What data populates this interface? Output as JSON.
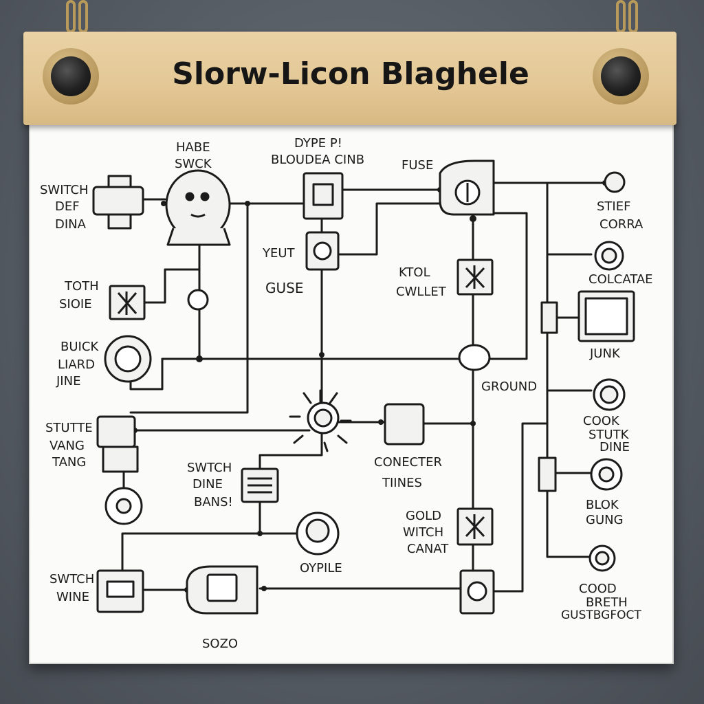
{
  "title": "Slorw-Licon Blaghele",
  "labels": {
    "switch_def_dina": [
      "SWITCH",
      "DEF",
      "DINA"
    ],
    "habe_swck": [
      "HABE",
      "SWCK"
    ],
    "dype_bloudea": [
      "DYPE P!",
      "BLOUDEA CINB"
    ],
    "fuse": [
      "FUSE"
    ],
    "stief_corra": [
      "STIEF",
      "CORRA"
    ],
    "yeut": [
      "YEUT"
    ],
    "guse": [
      "GUSE"
    ],
    "ktol_cwllet": [
      "KTOL",
      "CWLLET"
    ],
    "colcatae": [
      "COLCATAE"
    ],
    "toth_sioie": [
      "TOTH",
      "SIOIE"
    ],
    "junk": [
      "JUNK"
    ],
    "buick_liard_jine": [
      "BUICK",
      "LIARD",
      "JINE"
    ],
    "ground": [
      "GROUND"
    ],
    "stutte_vang_tang": [
      "STUTTE",
      "VANG",
      "TANG"
    ],
    "cook_stutk_dine": [
      "COOK",
      "STUTK",
      "DINE"
    ],
    "conecter_tiines": [
      "CONECTER",
      "TIINES"
    ],
    "swtch_dine_bans": [
      "SWTCH",
      "DINE",
      "BANS!"
    ],
    "blok_gung": [
      "BLOK",
      "GUNG"
    ],
    "gold_witch_canat": [
      "GOLD",
      "WITCH",
      "CANAT"
    ],
    "oypile": [
      "OYPILE"
    ],
    "swtch_wine": [
      "SWTCH",
      "WINE"
    ],
    "cood_breth": [
      "COOD",
      "BRETH",
      "GUSTBGFOCT"
    ],
    "sozo": [
      "SOZO"
    ]
  }
}
